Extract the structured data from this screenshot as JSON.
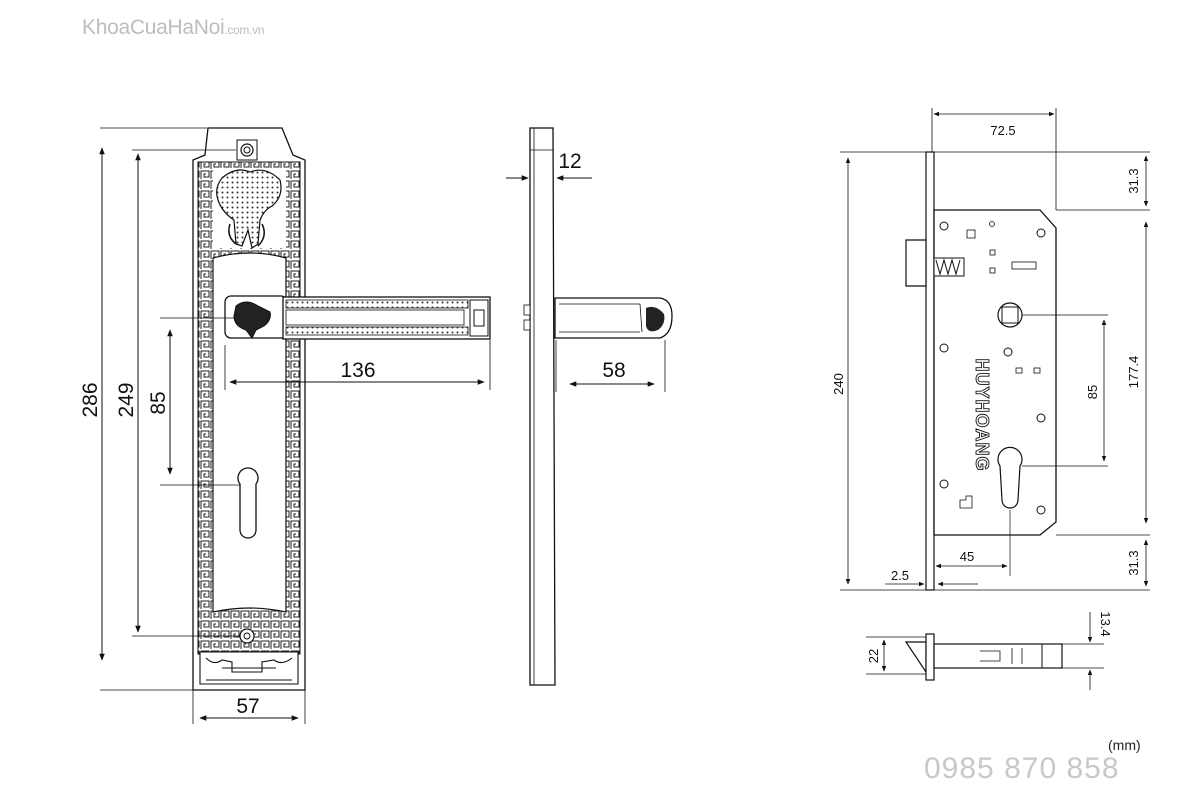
{
  "brand": {
    "name": "KhoaCuaHaNoi",
    "domain": ".com.vn"
  },
  "unit_label": "(mm)",
  "phone": "0985 870 858",
  "lock_body_brand": "HUYHOANG",
  "handle_plate": {
    "height": "286",
    "height_inner": "249",
    "center_distance": "85",
    "width": "57",
    "lever_length": "136"
  },
  "side_view": {
    "thickness": "12",
    "projection": "58"
  },
  "mortise_body": {
    "width_top": "72.5",
    "top_offset": "31.3",
    "height": "240",
    "case_height": "177.4",
    "center_distance": "85",
    "bottom_offset": "31.3",
    "backset": "45",
    "faceplate_thickness": "2.5"
  },
  "latch_view": {
    "latch_height": "22",
    "latch_offset": "13.4"
  }
}
